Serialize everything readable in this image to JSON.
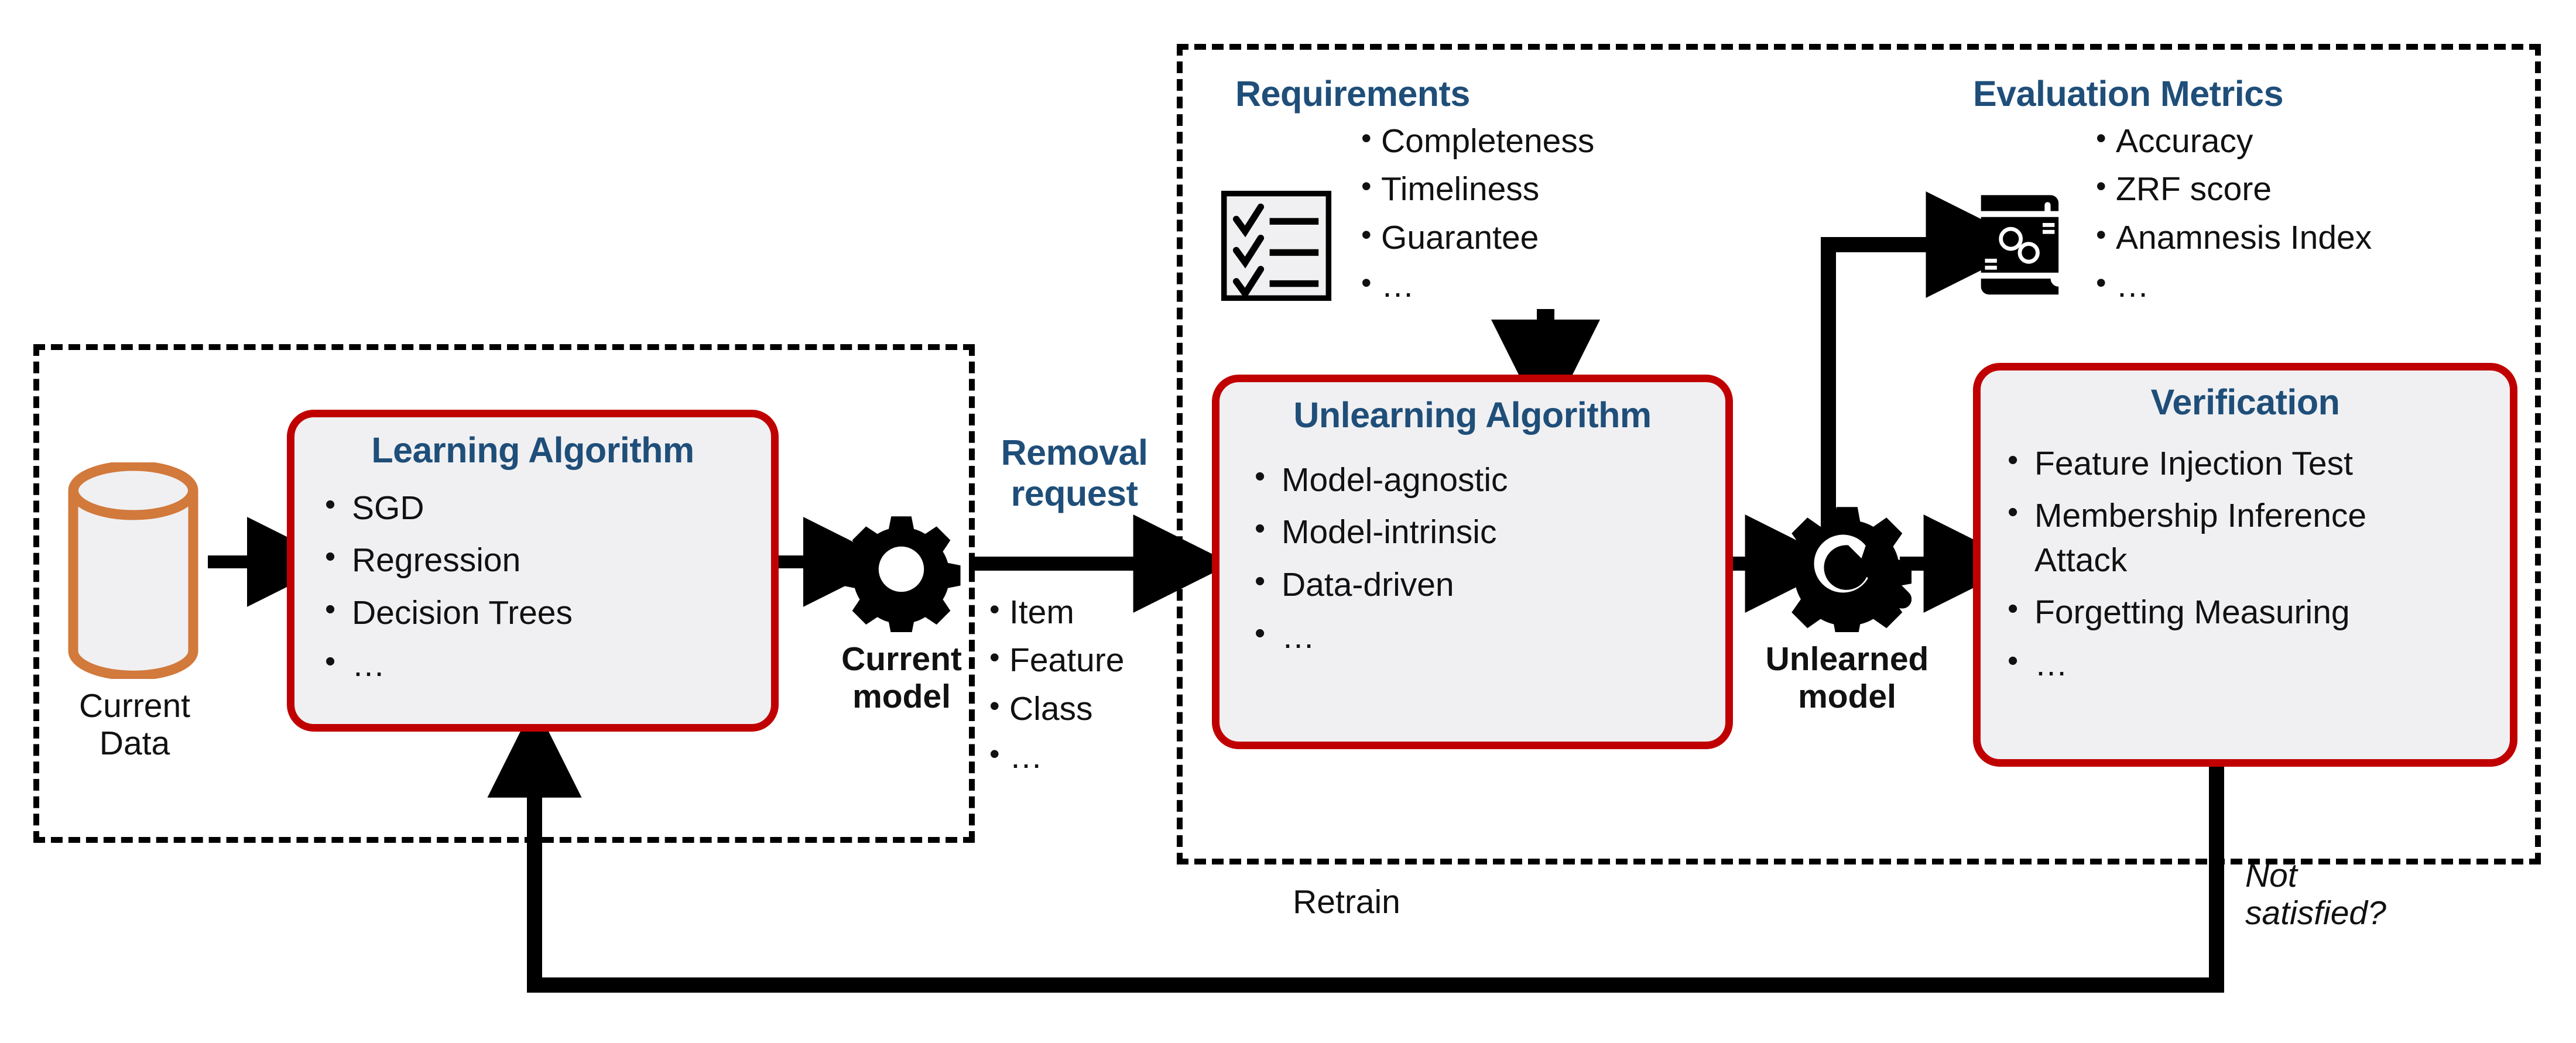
{
  "figure": {
    "title": "Machine Unlearning Pipeline",
    "colors": {
      "accent_blue": "#1F4E79",
      "card_border_red": "#C00000",
      "card_fill": "#f0f0f2",
      "cylinder_orange": "#D2793C",
      "line_black": "#000000"
    }
  },
  "left_group": {
    "data_store": {
      "label_line1": "Current",
      "label_line2": "Data",
      "icon": "database-cylinder-icon"
    },
    "learning_card": {
      "title": "Learning Algorithm",
      "items": [
        "SGD",
        "Regression",
        "Decision Trees",
        "…"
      ]
    },
    "current_model": {
      "label_line1": "Current",
      "label_line2": "model",
      "icon": "gear-icon"
    }
  },
  "removal_request": {
    "title_line1": "Removal",
    "title_line2": "request",
    "items": [
      "Item",
      "Feature",
      "Class",
      "…"
    ]
  },
  "right_group": {
    "requirements": {
      "title": "Requirements",
      "items": [
        "Completeness",
        "Timeliness",
        "Guarantee",
        "…"
      ],
      "icon": "checklist-icon"
    },
    "evaluation_metrics": {
      "title": "Evaluation Metrics",
      "items": [
        "Accuracy",
        "ZRF score",
        "Anamnesis Index",
        "…"
      ],
      "icon": "report-gears-icon"
    },
    "unlearning_card": {
      "title": "Unlearning Algorithm",
      "items": [
        "Model-agnostic",
        "Model-intrinsic",
        "Data-driven",
        "…"
      ]
    },
    "unlearned_model": {
      "label_line1": "Unlearned",
      "label_line2": "model",
      "icon": "gear-wrench-icon"
    },
    "verification_card": {
      "title": "Verification",
      "items": [
        "Feature Injection Test",
        "Membership Inference Attack",
        "Forgetting Measuring",
        "…"
      ]
    }
  },
  "feedback_loop": {
    "retrain_label": "Retrain",
    "not_satisfied_line1": "Not",
    "not_satisfied_line2": "satisfied?"
  }
}
